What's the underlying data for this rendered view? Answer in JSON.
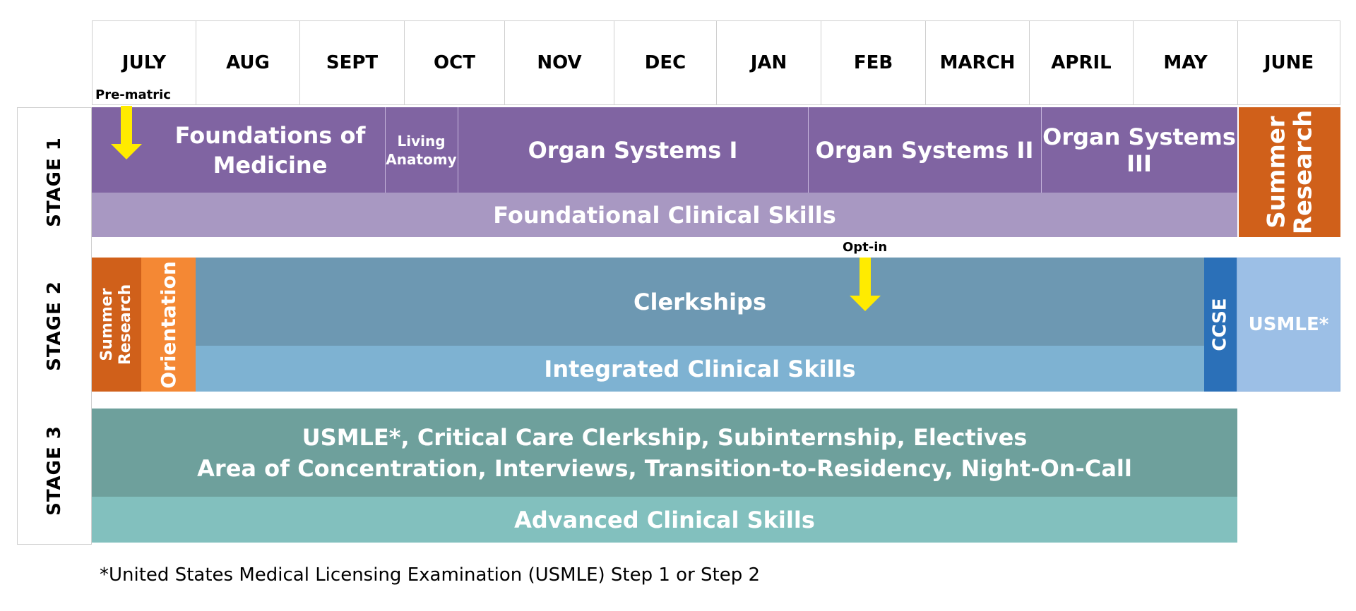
{
  "months": [
    "JULY",
    "AUG",
    "SEPT",
    "OCT",
    "NOV",
    "DEC",
    "JAN",
    "FEB",
    "MARCH",
    "APRIL",
    "MAY",
    "JUNE"
  ],
  "stages": {
    "stage1": "STAGE 1",
    "stage2": "STAGE 2",
    "stage3": "STAGE 3"
  },
  "markers": {
    "prematric": "Pre-matric",
    "optin": "Opt-in"
  },
  "stage1": {
    "foundations": "Foundations of\nMedicine",
    "living_anatomy": "Living\nAnatomy",
    "organ1": "Organ Systems I",
    "organ2": "Organ Systems II",
    "organ3": "Organ Systems III",
    "summer_research": "Summer\nResearch",
    "clinical_skills": "Foundational Clinical Skills"
  },
  "stage2": {
    "summer_research": "Summer\nResearch",
    "orientation": "Orientation",
    "clerkships": "Clerkships",
    "integrated_skills": "Integrated Clinical Skills",
    "ccse": "CCSE",
    "usmle": "USMLE*"
  },
  "stage3": {
    "line1": "USMLE*, Critical Care Clerkship, Subinternship, Electives",
    "line2": "Area of Concentration, Interviews, Transition-to-Residency, Night-On-Call",
    "advanced_skills": "Advanced Clinical Skills"
  },
  "footnote": "*United States Medical Licensing Examination (USMLE) Step 1 or Step 2",
  "colors": {
    "purple_dark": "#8064a2",
    "purple_light": "#a898c2",
    "orange_dark": "#d0601a",
    "orange": "#f48834",
    "blue_gray": "#6d98b2",
    "blue_light": "#7eb2d2",
    "ccse_blue": "#2b70b8",
    "usmle_blue": "#9cbfe6",
    "teal_dark": "#6ea09c",
    "teal_light": "#82c0be",
    "arrow_yellow": "#ffeb00"
  }
}
